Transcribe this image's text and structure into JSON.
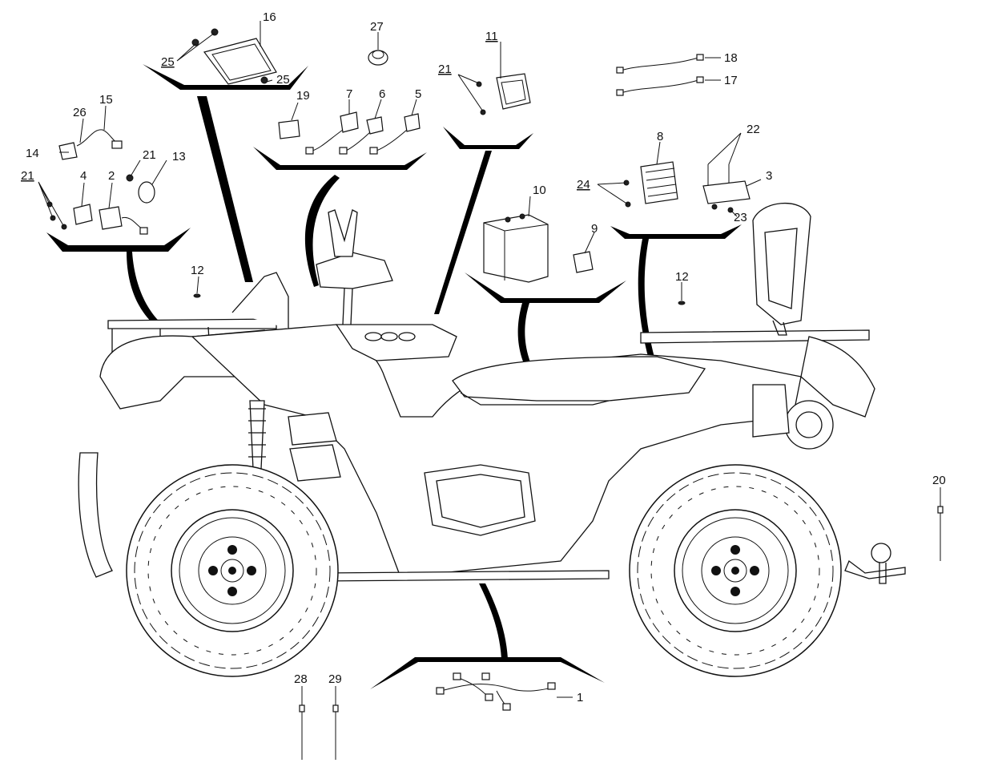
{
  "labels": [
    {
      "id": "1",
      "text": "1"
    },
    {
      "id": "2",
      "text": "2"
    },
    {
      "id": "3",
      "text": "3"
    },
    {
      "id": "4",
      "text": "4"
    },
    {
      "id": "5",
      "text": "5"
    },
    {
      "id": "6",
      "text": "6"
    },
    {
      "id": "7",
      "text": "7"
    },
    {
      "id": "8",
      "text": "8"
    },
    {
      "id": "9",
      "text": "9"
    },
    {
      "id": "10",
      "text": "10"
    },
    {
      "id": "11",
      "text": "11"
    },
    {
      "id": "12a",
      "text": "12"
    },
    {
      "id": "12b",
      "text": "12"
    },
    {
      "id": "13",
      "text": "13"
    },
    {
      "id": "14",
      "text": "14"
    },
    {
      "id": "15",
      "text": "15"
    },
    {
      "id": "16",
      "text": "16"
    },
    {
      "id": "17",
      "text": "17"
    },
    {
      "id": "18",
      "text": "18"
    },
    {
      "id": "19",
      "text": "19"
    },
    {
      "id": "20",
      "text": "20"
    },
    {
      "id": "21a",
      "text": "21"
    },
    {
      "id": "21b",
      "text": "21"
    },
    {
      "id": "21c",
      "text": "21"
    },
    {
      "id": "22",
      "text": "22"
    },
    {
      "id": "23",
      "text": "23"
    },
    {
      "id": "24",
      "text": "24"
    },
    {
      "id": "25a",
      "text": "25"
    },
    {
      "id": "25b",
      "text": "25"
    },
    {
      "id": "26",
      "text": "26"
    },
    {
      "id": "27",
      "text": "27"
    },
    {
      "id": "28",
      "text": "28"
    },
    {
      "id": "29",
      "text": "29"
    }
  ],
  "colors": {
    "ink": "#111111",
    "background": "#ffffff"
  }
}
